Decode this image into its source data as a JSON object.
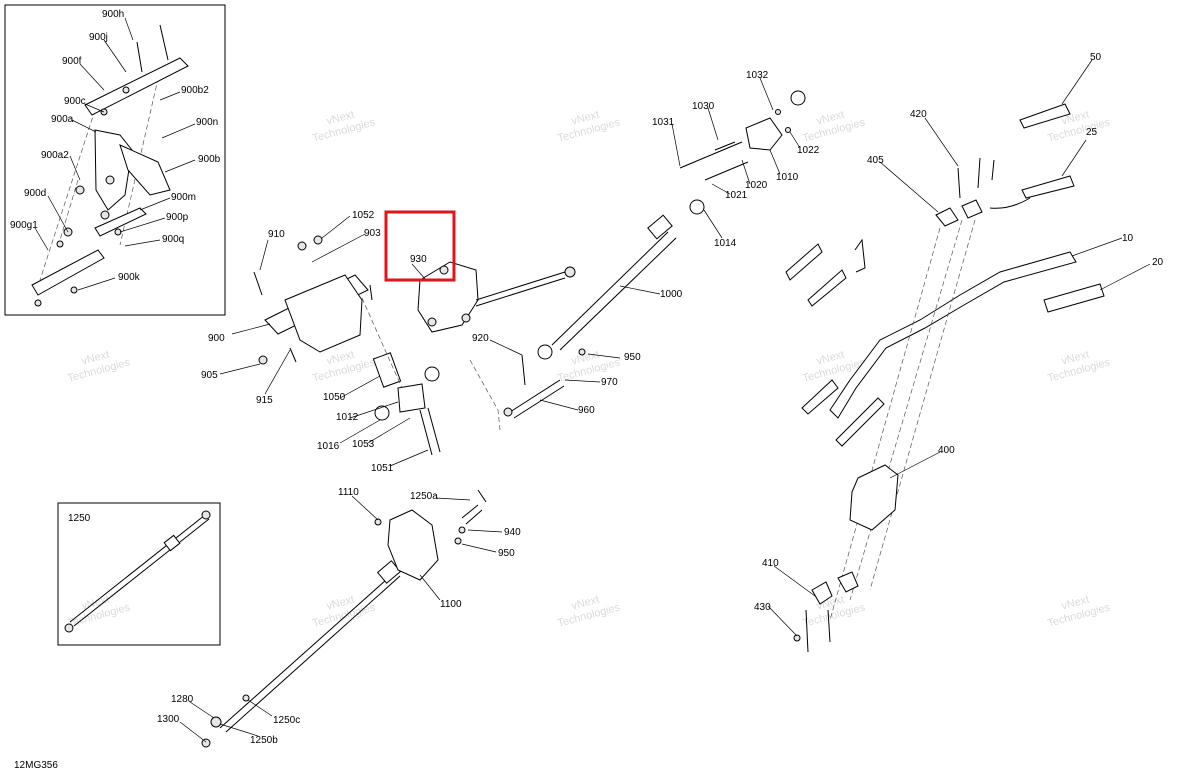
{
  "callouts": [
    {
      "id": "900h",
      "text": "900h"
    },
    {
      "id": "900j",
      "text": "900j"
    },
    {
      "id": "900f",
      "text": "900f"
    },
    {
      "id": "900c",
      "text": "900c"
    },
    {
      "id": "900b2",
      "text": "900b2"
    },
    {
      "id": "900a",
      "text": "900a"
    },
    {
      "id": "900n",
      "text": "900n"
    },
    {
      "id": "900a2",
      "text": "900a2"
    },
    {
      "id": "900b",
      "text": "900b"
    },
    {
      "id": "900d",
      "text": "900d"
    },
    {
      "id": "900m",
      "text": "900m"
    },
    {
      "id": "900p",
      "text": "900p"
    },
    {
      "id": "900g1",
      "text": "900g1"
    },
    {
      "id": "900q",
      "text": "900q"
    },
    {
      "id": "900k",
      "text": "900k"
    },
    {
      "id": "910",
      "text": "910"
    },
    {
      "id": "1052",
      "text": "1052"
    },
    {
      "id": "903",
      "text": "903"
    },
    {
      "id": "930",
      "text": "930"
    },
    {
      "id": "900",
      "text": "900"
    },
    {
      "id": "905",
      "text": "905"
    },
    {
      "id": "915",
      "text": "915"
    },
    {
      "id": "1050",
      "text": "1050"
    },
    {
      "id": "1012",
      "text": "1012"
    },
    {
      "id": "1016",
      "text": "1016"
    },
    {
      "id": "1053",
      "text": "1053"
    },
    {
      "id": "1051",
      "text": "1051"
    },
    {
      "id": "920",
      "text": "920"
    },
    {
      "id": "950",
      "text": "950"
    },
    {
      "id": "970",
      "text": "970"
    },
    {
      "id": "960",
      "text": "960"
    },
    {
      "id": "1000",
      "text": "1000"
    },
    {
      "id": "1031",
      "text": "1031"
    },
    {
      "id": "1030",
      "text": "1030"
    },
    {
      "id": "1032",
      "text": "1032"
    },
    {
      "id": "1022",
      "text": "1022"
    },
    {
      "id": "1010",
      "text": "1010"
    },
    {
      "id": "1020",
      "text": "1020"
    },
    {
      "id": "1021",
      "text": "1021"
    },
    {
      "id": "1014",
      "text": "1014"
    },
    {
      "id": "420",
      "text": "420"
    },
    {
      "id": "405",
      "text": "405"
    },
    {
      "id": "50",
      "text": "50"
    },
    {
      "id": "25",
      "text": "25"
    },
    {
      "id": "10",
      "text": "10"
    },
    {
      "id": "20",
      "text": "20"
    },
    {
      "id": "400",
      "text": "400"
    },
    {
      "id": "410",
      "text": "410"
    },
    {
      "id": "430",
      "text": "430"
    },
    {
      "id": "1250",
      "text": "1250"
    },
    {
      "id": "1110",
      "text": "1110"
    },
    {
      "id": "1250a",
      "text": "1250a"
    },
    {
      "id": "940",
      "text": "940"
    },
    {
      "id": "950b",
      "text": "950"
    },
    {
      "id": "1100",
      "text": "1100"
    },
    {
      "id": "1280",
      "text": "1280"
    },
    {
      "id": "1300",
      "text": "1300"
    },
    {
      "id": "1250c",
      "text": "1250c"
    },
    {
      "id": "1250b",
      "text": "1250b"
    }
  ],
  "diagram_code": "12MG356",
  "watermark": {
    "line1": "vNext",
    "line2": "Technologies"
  },
  "highlight": {
    "callout": "930",
    "color": "#e1131b"
  }
}
